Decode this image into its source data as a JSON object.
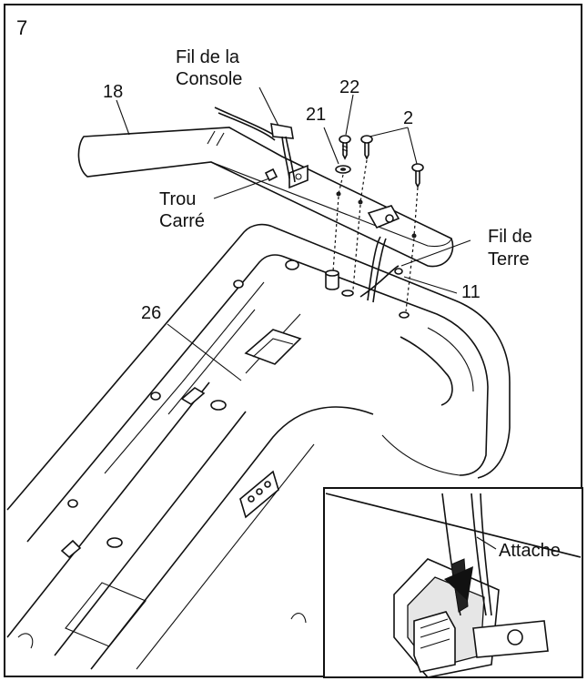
{
  "figure": {
    "step_number": "7",
    "labels": {
      "console_wire_line1": "Fil de la",
      "console_wire_line2": "Console",
      "part_18": "18",
      "part_22": "22",
      "part_21": "21",
      "part_2": "2",
      "square_hole_line1": "Trou",
      "square_hole_line2": "Carré",
      "ground_wire_line1": "Fil de",
      "ground_wire_line2": "Terre",
      "part_11": "11",
      "part_26": "26",
      "tie": "Attache"
    },
    "colors": {
      "ink": "#111111",
      "background": "#ffffff",
      "shade": "#e6e6e6"
    }
  }
}
